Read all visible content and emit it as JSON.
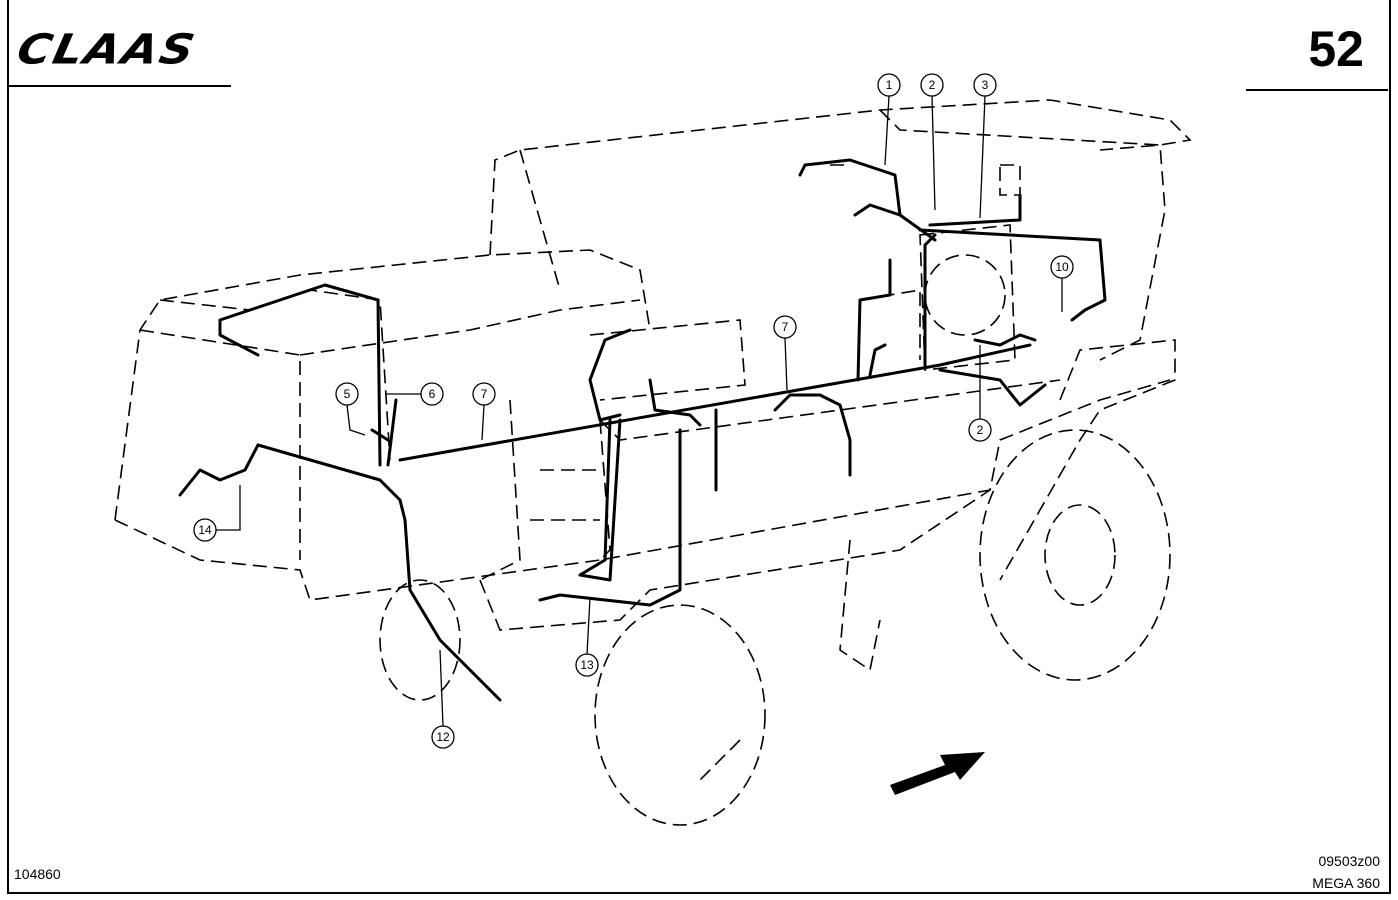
{
  "header": {
    "brand": "CLAAS",
    "page_number": "52"
  },
  "footer": {
    "figure_number": "104860",
    "drawing_code": "09503z00",
    "model": "MEGA 360"
  },
  "callouts": [
    "1",
    "2",
    "3",
    "10",
    "7",
    "6",
    "5",
    "7",
    "2",
    "14",
    "13",
    "12"
  ]
}
